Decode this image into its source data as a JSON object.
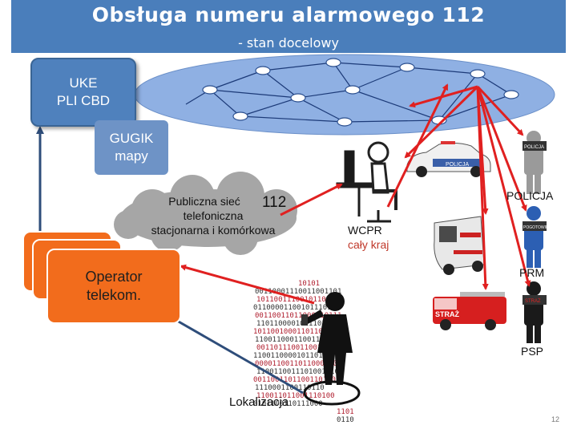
{
  "header": {
    "title": "Obsługa numeru alarmowego 112",
    "subtitle": "- stan docelowy"
  },
  "boxes": {
    "uke_line1": "UKE",
    "uke_line2": "PLI CBD",
    "gugik_line1": "GUGIK",
    "gugik_line2": "mapy",
    "operator_line1": "Operator",
    "operator_line2": "telekom."
  },
  "cloud": {
    "line1": "Publiczna sieć",
    "number": "112",
    "line2": "telefoniczna",
    "line3": "stacjonarna i komórkowa"
  },
  "wcpr": {
    "line1": "WCPR",
    "line2": "cały kraj"
  },
  "services": {
    "policja": "POLICJA",
    "prm": "PRM",
    "psp": "PSP",
    "policja_badge": "POLICJA",
    "car_text": "POLICJA",
    "prm_badge": "POGOTOWIE",
    "psp_badge": "STRAŻ",
    "truck_text": "STRAŻ"
  },
  "location_label": "Lokalizacja",
  "binary_rows": [
    "10101",
    "00110001110011001101",
    "10110011100101101110",
    "011000011001011101",
    "00110011011000110111",
    "11011000010111010010",
    "1011001000110110111",
    "1100110001100110",
    "0011011100110011",
    "110011000010110101",
    "0000110011011000110",
    "1100110011101001110",
    "0011001101100110110",
    "1110001100110110",
    "110011011001110100",
    "0101100110111000",
    "1101",
    "0110"
  ],
  "page_number": "12",
  "colors": {
    "header": "#4a7ebb",
    "uke": "#4f81bd",
    "operator": "#f26c1c",
    "arrow_red": "#e02020",
    "arrow_blue": "#2e4d7a",
    "network_disc": "#8fb0e3"
  }
}
